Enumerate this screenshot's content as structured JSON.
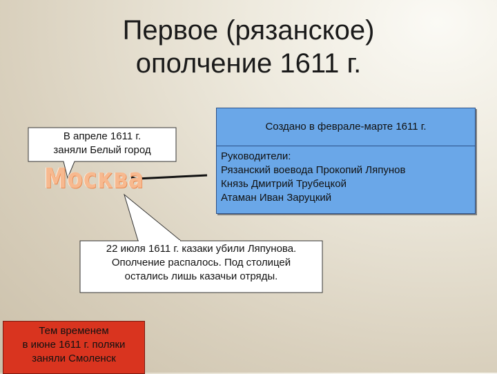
{
  "title": {
    "line1": "Первое (рязанское)",
    "line2": "ополчение 1611 г."
  },
  "april_callout": {
    "line1": "В апреле 1611 г.",
    "line2": "заняли Белый город"
  },
  "moscow_label": "Москва",
  "founded_box": {
    "header": "Создано в феврале-марте 1611 г.",
    "leaders_label": "Руководители",
    "leaders_colon": ":",
    "leaders": [
      "Рязанский воевода Прокопий Ляпунов",
      "Князь Дмитрий Трубецкой",
      "Атаман Иван Заруцкий"
    ]
  },
  "july_callout": {
    "line1": "22 июля 1611 г. казаки убили Ляпунова.",
    "line2": "Ополчение распалось. Под столицей",
    "line3": "остались лишь казачьи отряды."
  },
  "smolensk_box": {
    "line1": "Тем временем",
    "line2": "в июне 1611 г. поляки",
    "line3": "заняли Смоленск"
  },
  "colors": {
    "blue_box": "#6aa7e8",
    "red_box": "#d9341f",
    "moscow_text": "#f7b98f"
  }
}
